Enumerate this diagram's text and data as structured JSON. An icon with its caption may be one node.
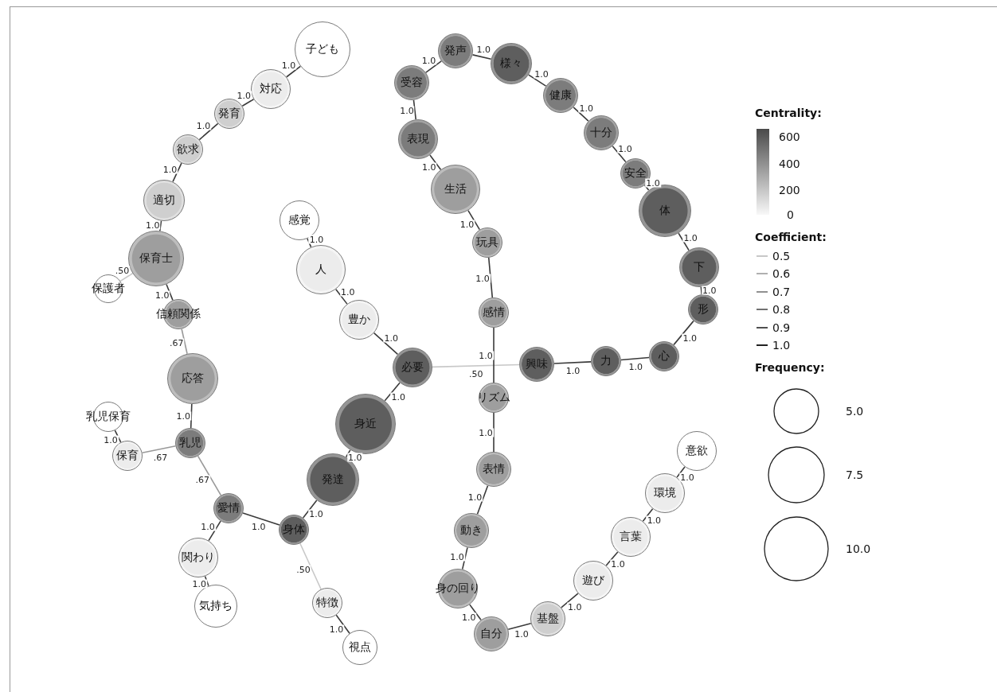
{
  "diagram": {
    "nodes": [
      {
        "text": [
          "子ども"
        ]
      },
      {
        "text": [
          "対応"
        ]
      },
      {
        "text": [
          "発育"
        ]
      },
      {
        "text": [
          "欲求"
        ]
      },
      {
        "text": [
          "適切"
        ]
      },
      {
        "text": [
          "保育士"
        ]
      },
      {
        "text": [
          "保護者"
        ]
      },
      {
        "text": [
          "信頼関係"
        ]
      },
      {
        "text": [
          "応答"
        ]
      },
      {
        "text": [
          "乳児保育"
        ]
      },
      {
        "text": [
          "保育"
        ]
      },
      {
        "text": [
          "乳児"
        ]
      },
      {
        "text": [
          "愛情"
        ]
      },
      {
        "text": [
          "関わり"
        ]
      },
      {
        "text": [
          "気持ち"
        ]
      },
      {
        "text": [
          "身体"
        ]
      },
      {
        "text": [
          "特徴"
        ]
      },
      {
        "text": [
          "視点"
        ]
      },
      {
        "text": [
          "発達"
        ]
      },
      {
        "text": [
          "身近"
        ]
      },
      {
        "text": [
          "必要"
        ]
      },
      {
        "text": [
          "豊か"
        ]
      },
      {
        "text": [
          "人"
        ]
      },
      {
        "text": [
          "感覚"
        ]
      },
      {
        "text": [
          "発声"
        ]
      },
      {
        "text": [
          "受容"
        ]
      },
      {
        "text": [
          "表現"
        ]
      },
      {
        "text": [
          "生活"
        ]
      },
      {
        "text": [
          "玩具"
        ]
      },
      {
        "text": [
          "感情"
        ]
      },
      {
        "text": [
          "リズム"
        ]
      },
      {
        "text": [
          "表情"
        ]
      },
      {
        "text": [
          "動き"
        ]
      },
      {
        "text": [
          "身の回り"
        ]
      },
      {
        "text": [
          "自分"
        ]
      },
      {
        "text": [
          "基盤"
        ]
      },
      {
        "text": [
          "遊び"
        ]
      },
      {
        "text": [
          "言葉"
        ]
      },
      {
        "text": [
          "環境"
        ]
      },
      {
        "text": [
          "意欲"
        ]
      },
      {
        "text": [
          "様々"
        ]
      },
      {
        "text": [
          "健康"
        ]
      },
      {
        "text": [
          "十分"
        ]
      },
      {
        "text": [
          "安全"
        ]
      },
      {
        "text": [
          "体"
        ]
      },
      {
        "text": [
          "下"
        ]
      },
      {
        "text": [
          "形"
        ]
      },
      {
        "text": [
          "心"
        ]
      },
      {
        "text": [
          "力"
        ]
      },
      {
        "text": [
          "興味"
        ]
      }
    ],
    "edges": [
      {
        "from": 0,
        "to": 1,
        "arrow": "none",
        "label": "1.0"
      },
      {
        "from": 1,
        "to": 2,
        "arrow": "none",
        "label": "1.0"
      },
      {
        "from": 2,
        "to": 3,
        "arrow": "none",
        "label": "1.0"
      },
      {
        "from": 3,
        "to": 4,
        "arrow": "none",
        "label": "1.0"
      },
      {
        "from": 4,
        "to": 5,
        "arrow": "none",
        "label": "1.0"
      },
      {
        "from": 5,
        "to": 6,
        "arrow": "none",
        "label": ".50",
        "color": "#c8c8c8"
      },
      {
        "from": 5,
        "to": 7,
        "arrow": "none",
        "label": "1.0"
      },
      {
        "from": 7,
        "to": 8,
        "arrow": "none",
        "label": ".67",
        "color": "#999999"
      },
      {
        "from": 8,
        "to": 11,
        "arrow": "none",
        "label": "1.0"
      },
      {
        "from": 9,
        "to": 10,
        "arrow": "none",
        "label": "1.0"
      },
      {
        "from": 10,
        "to": 11,
        "arrow": "none",
        "label": ".67",
        "color": "#999999"
      },
      {
        "from": 11,
        "to": 12,
        "arrow": "none",
        "label": ".67",
        "color": "#999999"
      },
      {
        "from": 12,
        "to": 13,
        "arrow": "none",
        "label": "1.0"
      },
      {
        "from": 13,
        "to": 14,
        "arrow": "none",
        "label": "1.0"
      },
      {
        "from": 12,
        "to": 15,
        "arrow": "none",
        "label": "1.0"
      },
      {
        "from": 15,
        "to": 16,
        "arrow": "none",
        "label": ".50",
        "color": "#c8c8c8"
      },
      {
        "from": 16,
        "to": 17,
        "arrow": "none",
        "label": "1.0"
      },
      {
        "from": 15,
        "to": 18,
        "arrow": "none",
        "label": "1.0"
      },
      {
        "from": 18,
        "to": 19,
        "arrow": "none",
        "label": "1.0"
      },
      {
        "from": 19,
        "to": 20,
        "arrow": "none",
        "label": "1.0"
      },
      {
        "from": 20,
        "to": 21,
        "arrow": "none",
        "label": "1.0"
      },
      {
        "from": 21,
        "to": 22,
        "arrow": "none",
        "label": "1.0"
      },
      {
        "from": 22,
        "to": 23,
        "arrow": "none",
        "label": "1.0"
      },
      {
        "from": 20,
        "to": 49,
        "arrow": "none",
        "label": ".50",
        "color": "#c8c8c8"
      },
      {
        "from": 49,
        "to": 48,
        "arrow": "none",
        "label": "1.0"
      },
      {
        "from": 48,
        "to": 47,
        "arrow": "none",
        "label": "1.0"
      },
      {
        "from": 47,
        "to": 46,
        "arrow": "none",
        "label": "1.0"
      },
      {
        "from": 46,
        "to": 45,
        "arrow": "none",
        "label": "1.0"
      },
      {
        "from": 45,
        "to": 44,
        "arrow": "none",
        "label": "1.0"
      },
      {
        "from": 44,
        "to": 43,
        "arrow": "none",
        "label": "1.0"
      },
      {
        "from": 43,
        "to": 42,
        "arrow": "none",
        "label": "1.0"
      },
      {
        "from": 42,
        "to": 41,
        "arrow": "none",
        "label": "1.0"
      },
      {
        "from": 41,
        "to": 40,
        "arrow": "none",
        "label": "1.0"
      },
      {
        "from": 40,
        "to": 24,
        "arrow": "none",
        "label": "1.0"
      },
      {
        "from": 24,
        "to": 25,
        "arrow": "none",
        "label": "1.0"
      },
      {
        "from": 25,
        "to": 26,
        "arrow": "none",
        "label": "1.0"
      },
      {
        "from": 26,
        "to": 27,
        "arrow": "none",
        "label": "1.0"
      },
      {
        "from": 27,
        "to": 28,
        "arrow": "none",
        "label": "1.0"
      },
      {
        "from": 28,
        "to": 29,
        "arrow": "none",
        "label": "1.0"
      },
      {
        "from": 29,
        "to": 30,
        "arrow": "none",
        "label": "1.0"
      },
      {
        "from": 30,
        "to": 31,
        "arrow": "none",
        "label": "1.0"
      },
      {
        "from": 31,
        "to": 32,
        "arrow": "none",
        "label": "1.0"
      },
      {
        "from": 32,
        "to": 33,
        "arrow": "none",
        "label": "1.0"
      },
      {
        "from": 33,
        "to": 34,
        "arrow": "none",
        "label": "1.0"
      },
      {
        "from": 34,
        "to": 35,
        "arrow": "none",
        "label": "1.0"
      },
      {
        "from": 35,
        "to": 36,
        "arrow": "none",
        "label": "1.0"
      },
      {
        "from": 36,
        "to": 37,
        "arrow": "none",
        "label": "1.0"
      },
      {
        "from": 37,
        "to": 38,
        "arrow": "none",
        "label": "1.0"
      },
      {
        "from": 38,
        "to": 39,
        "arrow": "none",
        "label": "1.0"
      }
    ],
    "labels": [
      "Centrality:",
      "600",
      "400",
      "200",
      "0",
      "Coefficient:",
      "Frequency:"
    ],
    "legend": [
      {
        "text": "0.5"
      },
      {
        "text": "0.6"
      },
      {
        "text": "0.7"
      },
      {
        "text": "0.8"
      },
      {
        "text": "0.9"
      },
      {
        "text": "1.0"
      },
      {
        "text": "5.0"
      },
      {
        "text": "7.5"
      },
      {
        "text": "10.0"
      }
    ]
  }
}
